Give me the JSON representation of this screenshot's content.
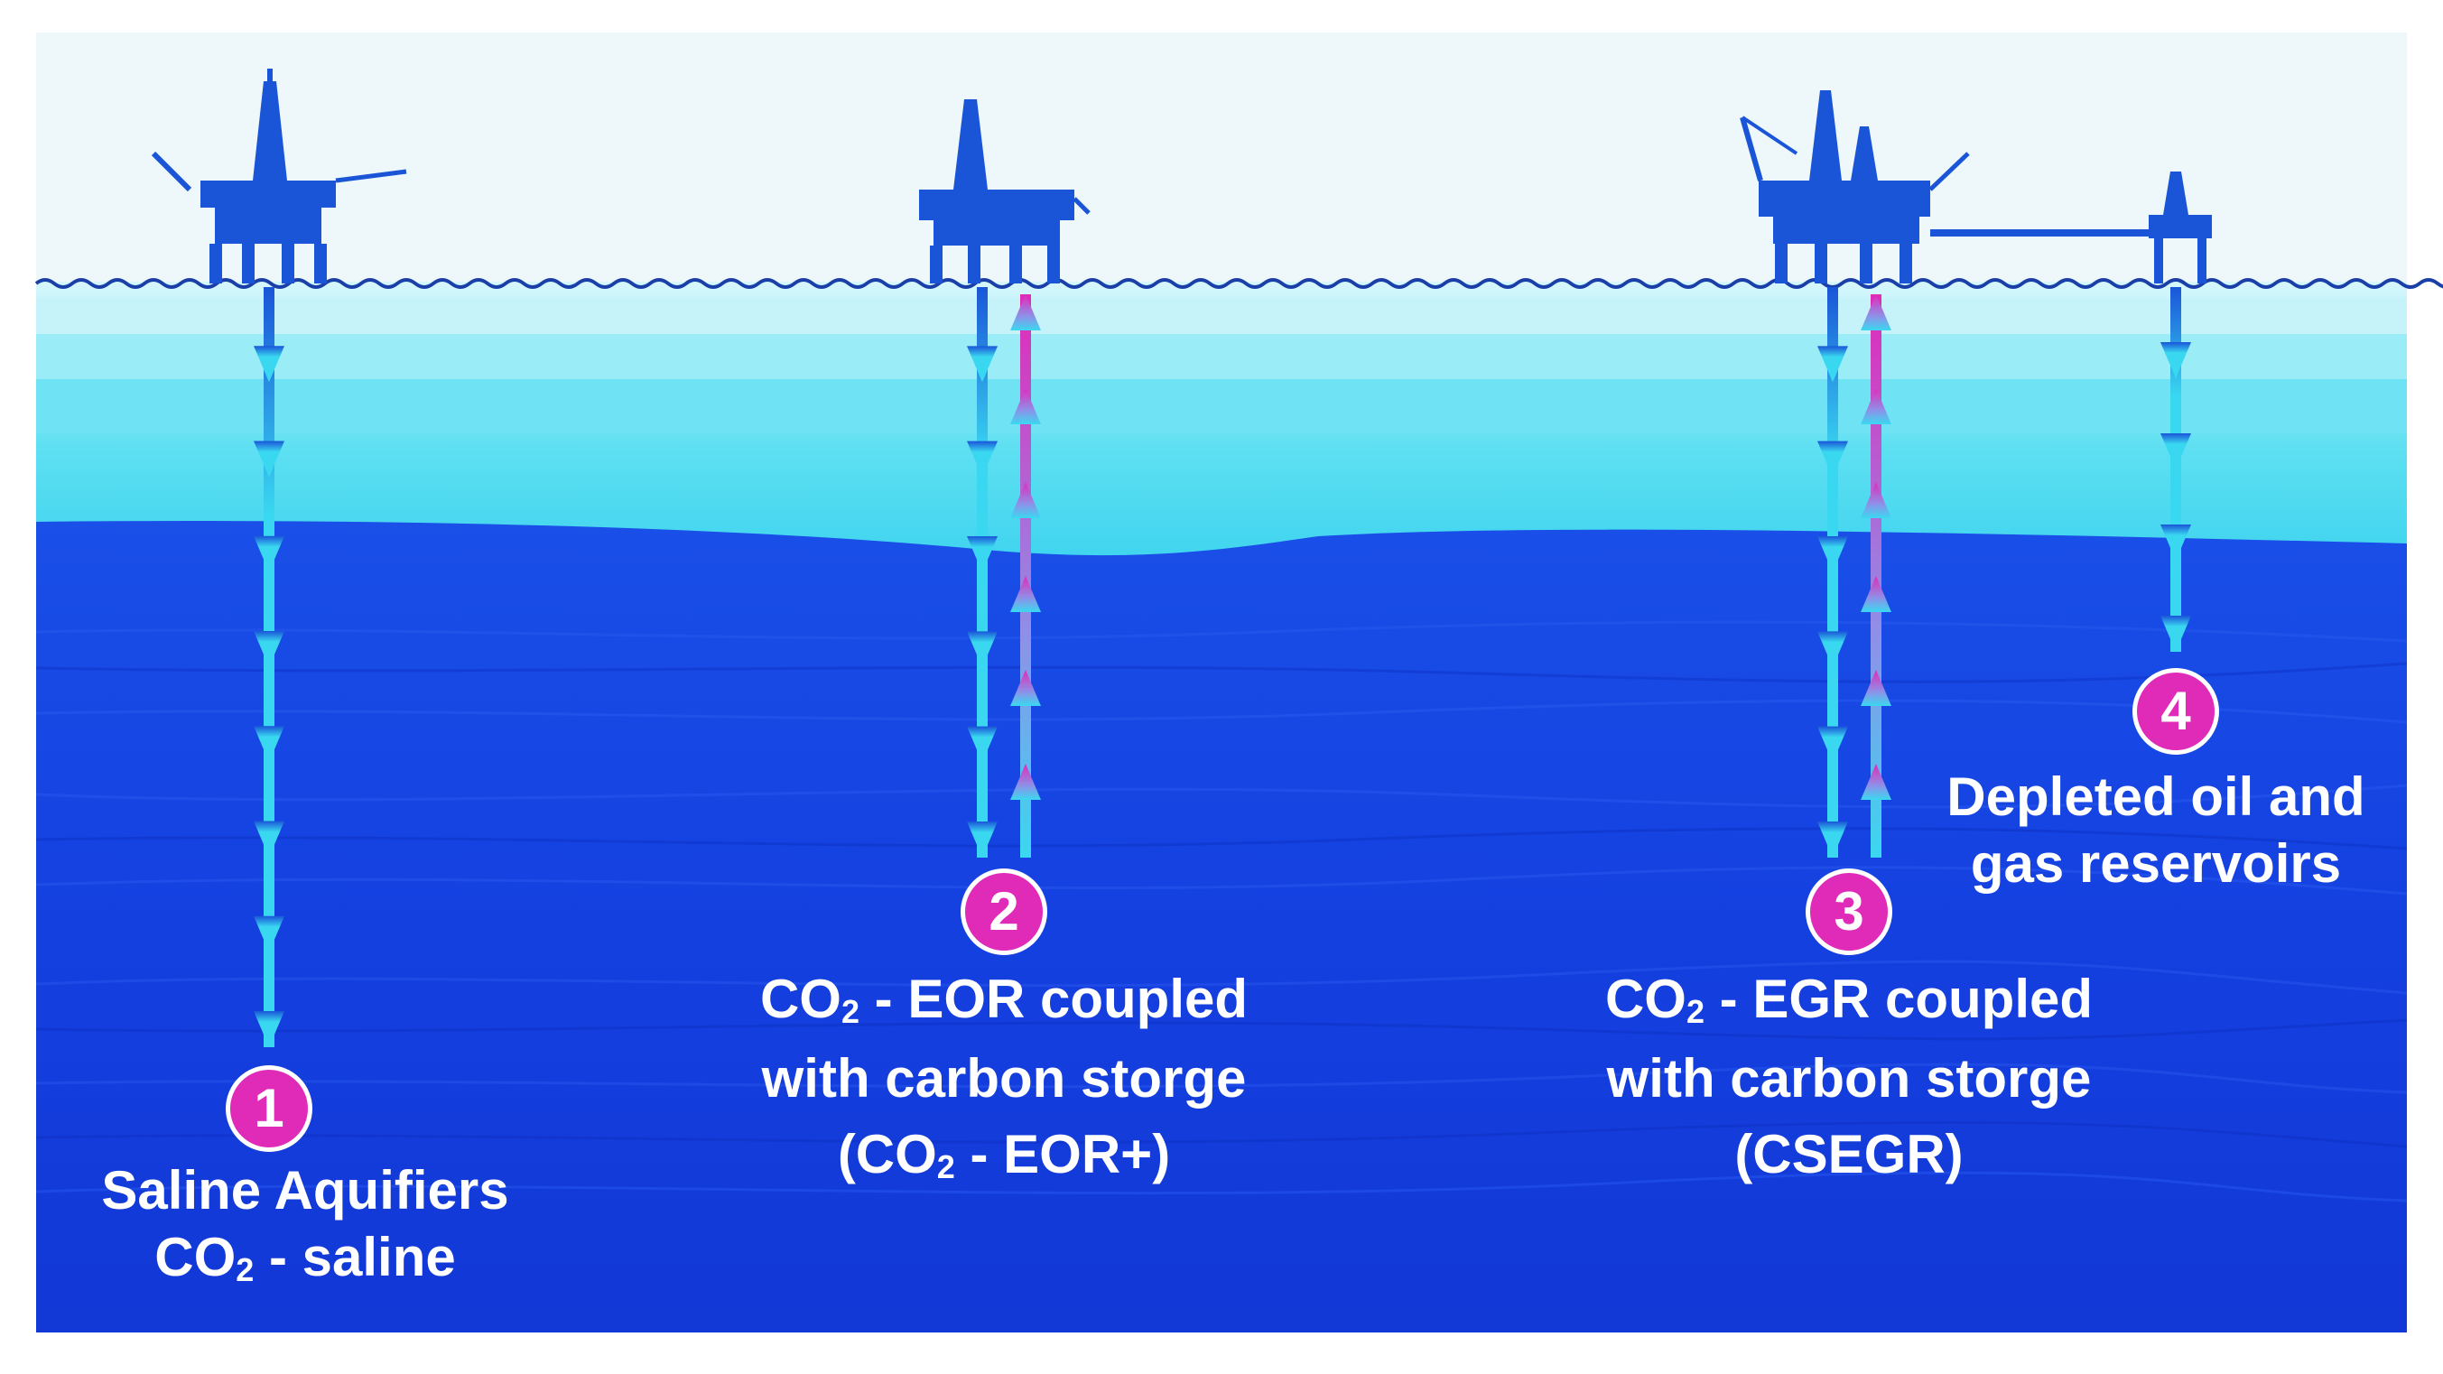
{
  "sites": [
    {
      "number": "1",
      "line1": "Saline Aquifiers",
      "line2_pre": "CO",
      "line2_sub": "2",
      "line2_post": " - saline"
    },
    {
      "number": "2",
      "line1_pre": "CO",
      "line1_sub": "2",
      "line1_post": " - EOR coupled",
      "line2": "with carbon storge",
      "line3_pre": "(CO",
      "line3_sub": "2",
      "line3_post": " - EOR+)"
    },
    {
      "number": "3",
      "line1_pre": "CO",
      "line1_sub": "2",
      "line1_post": " - EGR coupled",
      "line2": "with carbon storge",
      "line3": "(CSEGR)"
    },
    {
      "number": "4",
      "line1": "Depleted oil and",
      "line2": "gas reservoirs"
    }
  ],
  "colors": {
    "sky": "#eef8fb",
    "water_light": "#c9f3fb",
    "water_mid": "#5fe0f2",
    "seabed": "#1440e6",
    "platform": "#1a55d8",
    "injection_arrow": "#3ad8f0",
    "production_arrow": "#e02ab8",
    "badge": "#e02ab8"
  }
}
